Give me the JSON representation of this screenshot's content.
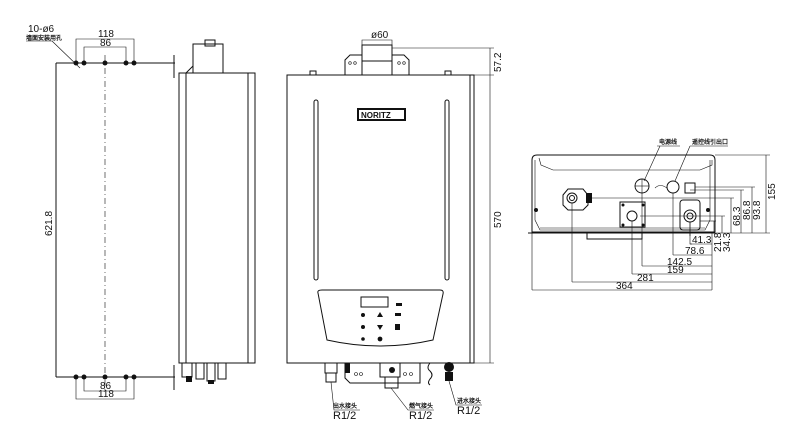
{
  "wall_view": {
    "hole_note": "10-ø6",
    "hole_note_sub": "墙面安装用孔",
    "top_outer_width": "118",
    "top_inner_width": "86",
    "height": "621.8",
    "bottom_inner_width": "86",
    "bottom_outer_width": "118"
  },
  "front_view": {
    "flue_diameter": "ø60",
    "flue_height": "57.2",
    "body_height": "570",
    "brand": "NORITZ",
    "outlet_label": "出水接头",
    "outlet_size": "R1/2",
    "gas_label": "燃气接头",
    "gas_size": "R1/2",
    "inlet_label": "进水接头",
    "inlet_size": "R1/2"
  },
  "bottom_view": {
    "power_label": "电源线",
    "remote_label": "遥控线引出口",
    "vertical_dims": [
      "155",
      "93.8",
      "86.8",
      "68.3",
      "34.3",
      "21.8"
    ],
    "horizontal_dims": [
      "41.3",
      "78.6",
      "142.5",
      "159",
      "281",
      "364"
    ]
  }
}
